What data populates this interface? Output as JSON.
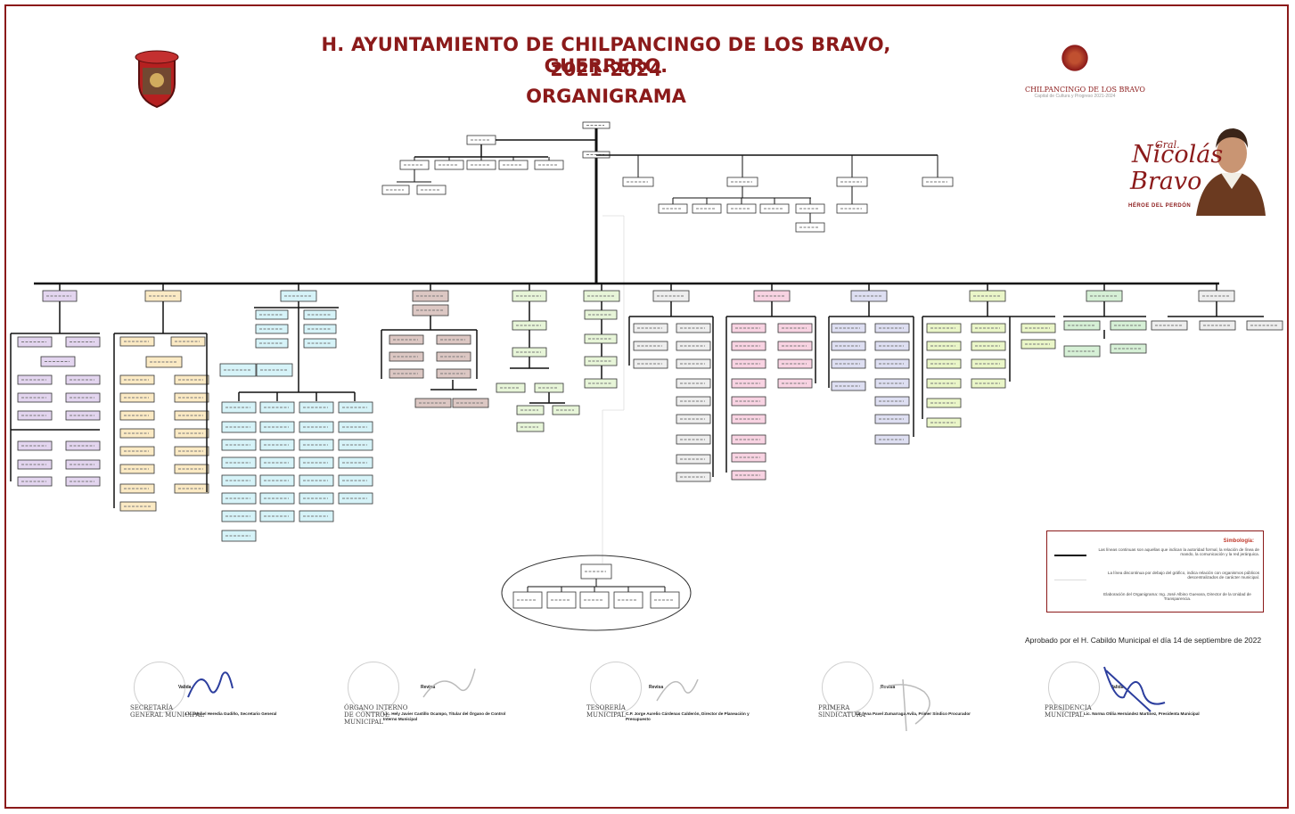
{
  "header": {
    "line1": "H. AYUNTAMIENTO DE CHILPANCINGO DE LOS BRAVO, GUERRERO.",
    "line2": "2021-2024",
    "line3": "ORGANIGRAMA"
  },
  "right_logo": {
    "name": "CHILPANCINGO DE LOS BRAVO",
    "tagline": "Capital de Cultura y Progreso 2021-2024"
  },
  "hero_badge": {
    "prefix": "Gral.",
    "first": "Nicolás",
    "last": "Bravo",
    "caption": "HÉROE DEL PERDÓN"
  },
  "legend": {
    "title": "Simbología:",
    "solid_text": "Las líneas continuas son aquellas que indican la autoridad formal, la relación de línea de mando, la comunicación y la red jerárquica.",
    "dashed_text": "La línea discontinua por debajo del gráfico, indica relación con organismos públicos descentralizados de carácter municipal.",
    "credit": "Elaboración del Organigrama: Ing. José Albino Guevara, Director de la Unidad de Transparencia."
  },
  "approved_text": "Aprobado por el H. Cabildo Municipal el día 14 de septiembre de 2022",
  "signatures": [
    {
      "role": "Valida",
      "stamp": "SECRETARÍA GENERAL MUNICIPAL",
      "person": "Lic. Ismael Heredia Gudiño, Secretario General"
    },
    {
      "role": "Revisa",
      "stamp": "ÓRGANO INTERNO DE CONTROL MUNICIPAL",
      "person": "Lic. Hely Javier Castillo Ocampo, Titular del Órgano de Control Interno Municipal"
    },
    {
      "role": "Revisa",
      "stamp": "TESORERÍA MUNICIPAL",
      "person": "C.P. Jorge Aurelio Cárdenas Calderón, Director de Planeación y Presupuesto"
    },
    {
      "role": "Revisa",
      "stamp": "PRIMERA SINDICATURA",
      "person": "Lic. Ana Pavel Zumarraga Avila, Primer Síndico Procurador"
    },
    {
      "role": "Valida",
      "stamp": "PRESIDENCIA MUNICIPAL",
      "person": "Lic. Norma Otilia Hernández Martínez, Presidenta Municipal"
    }
  ],
  "colors": {
    "brand": "#8b1a1a",
    "purple": "#e3d5ef",
    "yellow": "#fbeac4",
    "cyan": "#d6f3f8",
    "mauve": "#dcc7c3",
    "green": "#e7f5d8",
    "gray": "#eeeeee",
    "pink": "#f8d3e2",
    "lavender": "#dedff2",
    "lime": "#eaf6c8",
    "mint": "#d6f0d6"
  }
}
